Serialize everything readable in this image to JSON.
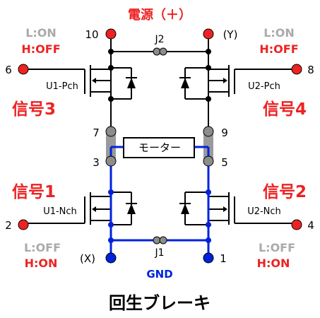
{
  "labels": {
    "power": "電源（＋）",
    "gnd": "GND",
    "title": "回生ブレーキ",
    "motor": "モーター",
    "j1": "J1",
    "j2": "J2",
    "u1p": "U1-Pch",
    "u2p": "U2-Pch",
    "u1n": "U1-Nch",
    "u2n": "U2-Nch",
    "sig1": "信号1",
    "sig2": "信号2",
    "sig3": "信号3",
    "sig4": "信号4",
    "lon": "L:ON",
    "hoff": "H:OFF",
    "loff": "L:OFF",
    "hon": "H:ON"
  },
  "pins": {
    "p10": "10",
    "py": "(Y)",
    "p6": "6",
    "p8": "8",
    "p7": "7",
    "p9": "9",
    "p3": "3",
    "p5": "5",
    "p2": "2",
    "p4": "4",
    "px": "(X)",
    "p1": "1"
  },
  "colors": {
    "red": "#ee2222",
    "gray_pad": "#8c8c8c",
    "blue": "#0022dd",
    "gray_text": "#aaaaaa",
    "motor_fill": "#9a9a9a"
  }
}
